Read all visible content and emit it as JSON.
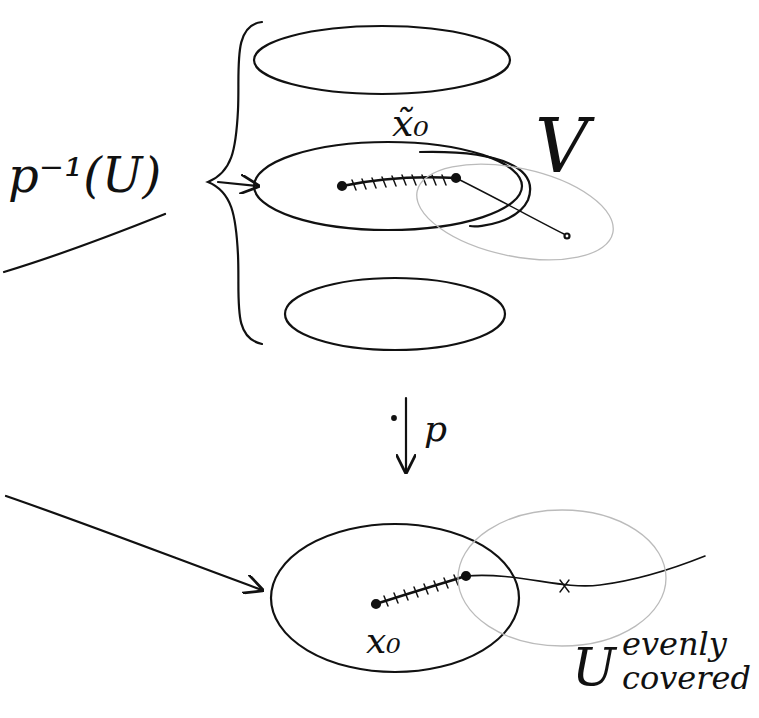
{
  "diagram": {
    "labels": [
      "p⁻¹(U)",
      "x̃₀",
      "V",
      "p",
      "x₀",
      "U",
      "evenly covered"
    ]
  }
}
